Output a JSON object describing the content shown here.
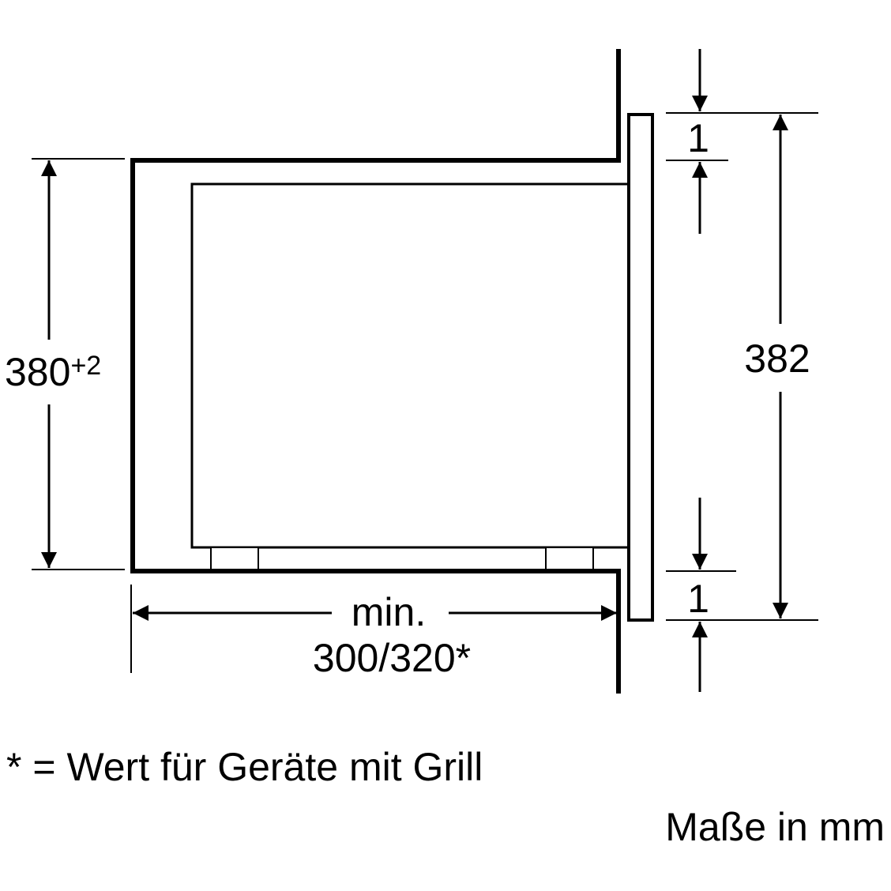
{
  "dimensions": {
    "niche_height": "380",
    "niche_height_tolerance": "+2",
    "front_height": "382",
    "top_gap": "1",
    "bottom_gap": "1",
    "depth_label": "min.",
    "depth_value": "300/320*"
  },
  "notes": {
    "footnote": "* = Wert für Geräte mit Grill",
    "units": "Maße in mm"
  }
}
